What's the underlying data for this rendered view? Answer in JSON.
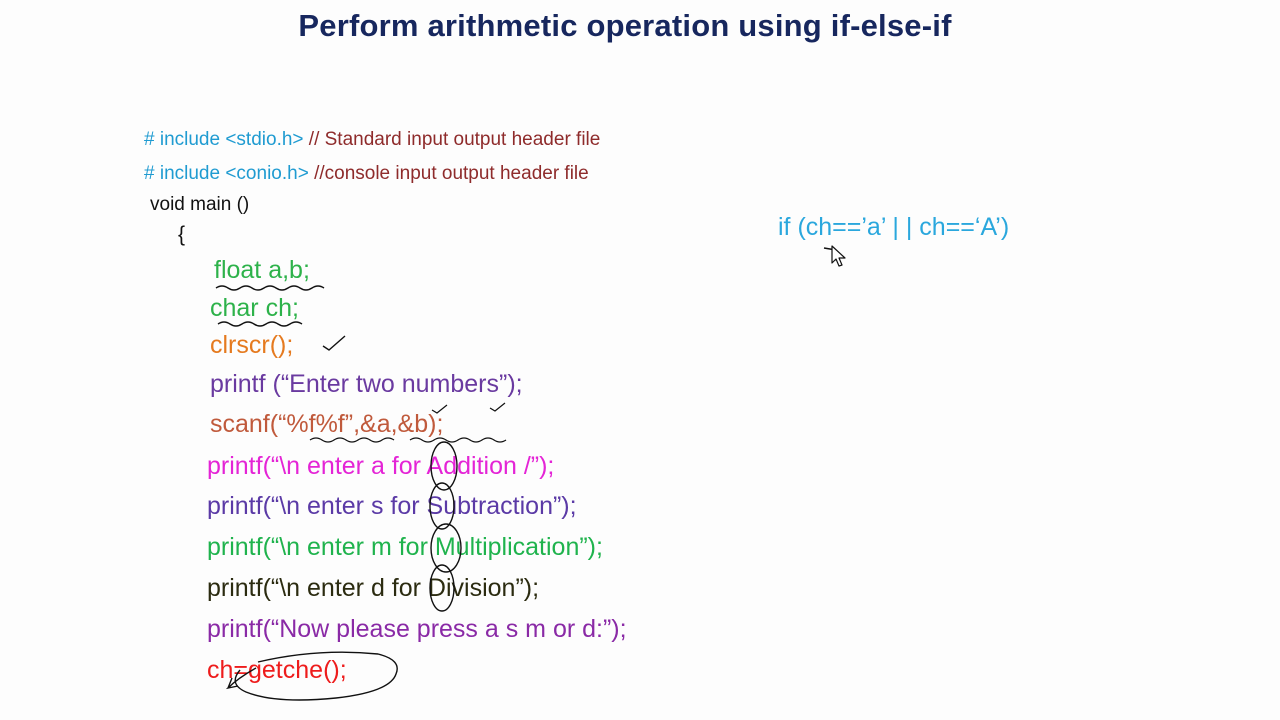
{
  "slide": {
    "title": "Perform arithmetic operation using if-else-if",
    "includes": [
      {
        "directive": "# include <stdio.h>",
        "comment": "// Standard input output header file"
      },
      {
        "directive": "# include <conio.h>",
        "comment": "//console input output header file"
      }
    ],
    "main_signature": "void main ()",
    "open_brace": "{",
    "code_lines": [
      "float a,b;",
      "char ch;",
      "clrscr();",
      "printf (“Enter two numbers”);",
      "scanf(“%f%f”,&a,&b);",
      "printf(“\\n enter a for Addition /”);",
      "printf(“\\n enter s for Subtraction”);",
      "printf(“\\n enter m for Multiplication”);",
      "printf(“\\n enter d for Division”);",
      "printf(“Now please press a s m or d:”);",
      "ch=getche();"
    ],
    "side_code": "if (ch==’a’ | | ch==‘A’)"
  }
}
